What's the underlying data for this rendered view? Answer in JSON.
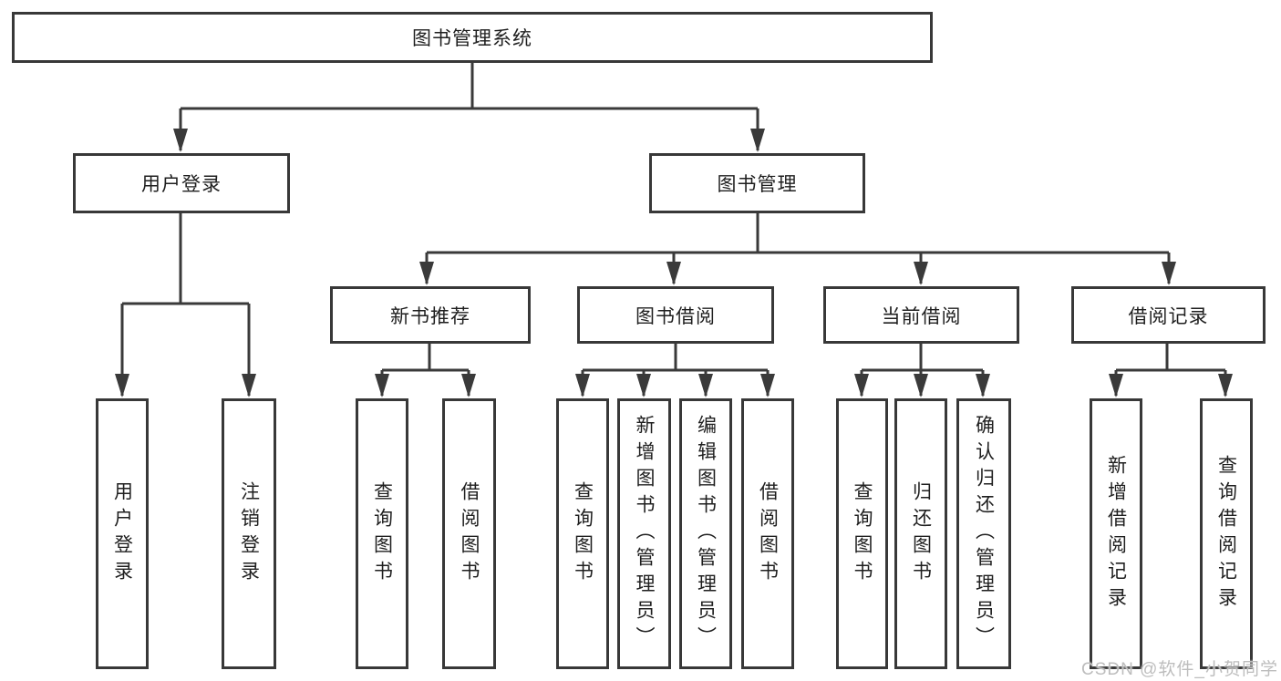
{
  "colors": {
    "line": "#3a3a3a",
    "node_border": "#383838",
    "node_text": "#1f1f1f",
    "background": "#ffffff",
    "watermark_text": "#bdbdbd"
  },
  "watermark": "CSDN @软件_小贺同学",
  "diagram": {
    "root": {
      "label": "图书管理系统"
    },
    "branches": [
      {
        "label": "用户登录",
        "children": [
          {
            "label": "用户登录"
          },
          {
            "label": "注销登录"
          }
        ]
      },
      {
        "label": "图书管理",
        "sections": [
          {
            "label": "新书推荐",
            "children": [
              {
                "label": "查询图书"
              },
              {
                "label": "借阅图书"
              }
            ]
          },
          {
            "label": "图书借阅",
            "children": [
              {
                "label": "查询图书"
              },
              {
                "label": "新增图书（管理员）"
              },
              {
                "label": "编辑图书（管理员）"
              },
              {
                "label": "借阅图书"
              }
            ]
          },
          {
            "label": "当前借阅",
            "children": [
              {
                "label": "查询图书"
              },
              {
                "label": "归还图书"
              },
              {
                "label": "确认归还（管理员）"
              }
            ]
          },
          {
            "label": "借阅记录",
            "children": [
              {
                "label": "新增借阅记录"
              },
              {
                "label": "查询借阅记录"
              }
            ]
          }
        ]
      }
    ]
  }
}
